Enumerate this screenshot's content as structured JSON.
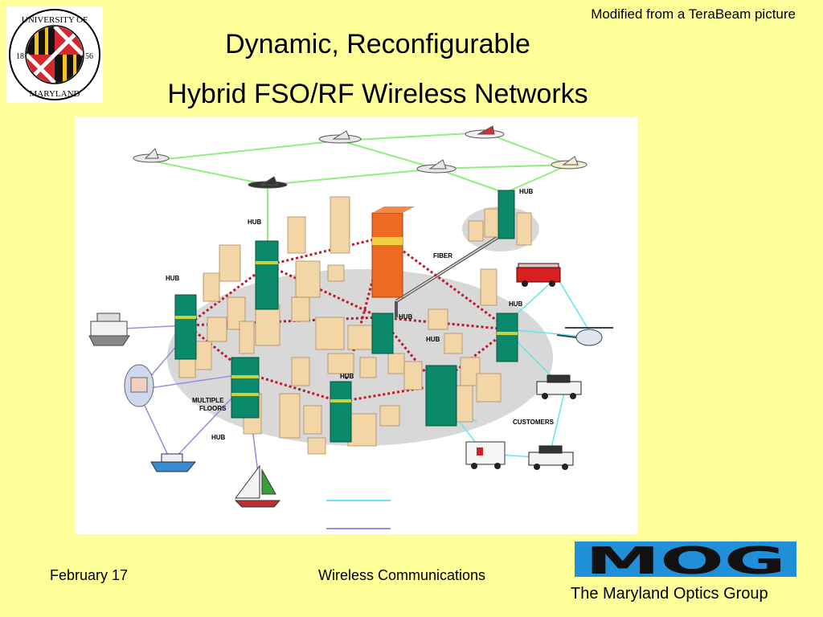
{
  "credit": "Modified from a TeraBeam picture",
  "title_line1": "Dynamic, Reconfigurable",
  "title_line2": "Hybrid FSO/RF Wireless Networks",
  "seal": {
    "text_top": "UNIVERSITY OF",
    "text_bottom": "MARYLAND",
    "year_left": "18",
    "year_right": "56"
  },
  "diagram_labels": {
    "hub": "HUB",
    "fiber": "FIBER",
    "multiple_floors_1": "MULTIPLE",
    "multiple_floors_2": "FLOORS",
    "customers": "CUSTOMERS"
  },
  "footer": {
    "date": "February 17",
    "course": "Wireless Communications",
    "org": "The Maryland Optics Group"
  },
  "logo_text": "MOG",
  "colors": {
    "background": "#ffff99",
    "fso_link": "#8fef7f",
    "rf_link": "#a58be0",
    "cyan_link": "#66e6f0",
    "hub_tower": "#0a8a6a",
    "central_tower": "#ee6a22",
    "logo_blue": "#1e8fd8"
  }
}
